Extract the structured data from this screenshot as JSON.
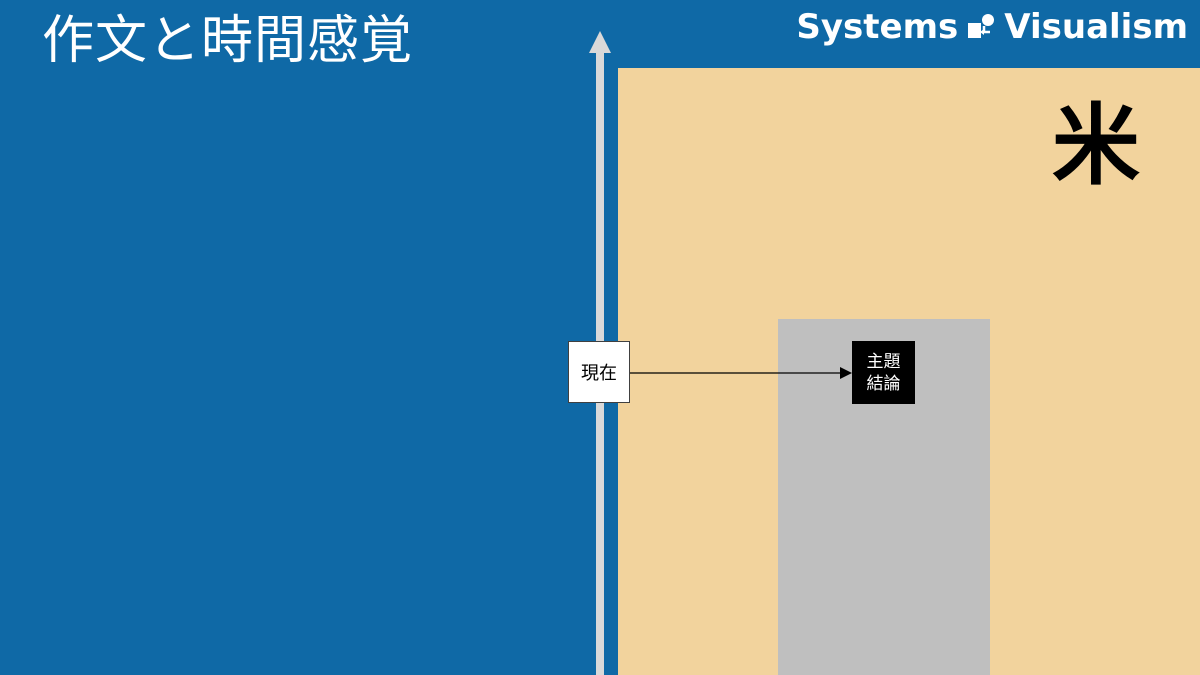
{
  "title": "作文と時間感覚",
  "brand": {
    "name_left": "Systems",
    "name_right": "Visualism",
    "icon": "systems-visualism-logo-icon"
  },
  "region": {
    "label": "米"
  },
  "nodes": {
    "now": "現在",
    "theme_line1": "主題",
    "theme_line2": "結論"
  },
  "colors": {
    "background": "#0f69a6",
    "region_fill": "#f2d39d",
    "column_fill": "#bfbfbf",
    "axis": "#d9d9d9",
    "theme_box": "#000000"
  }
}
